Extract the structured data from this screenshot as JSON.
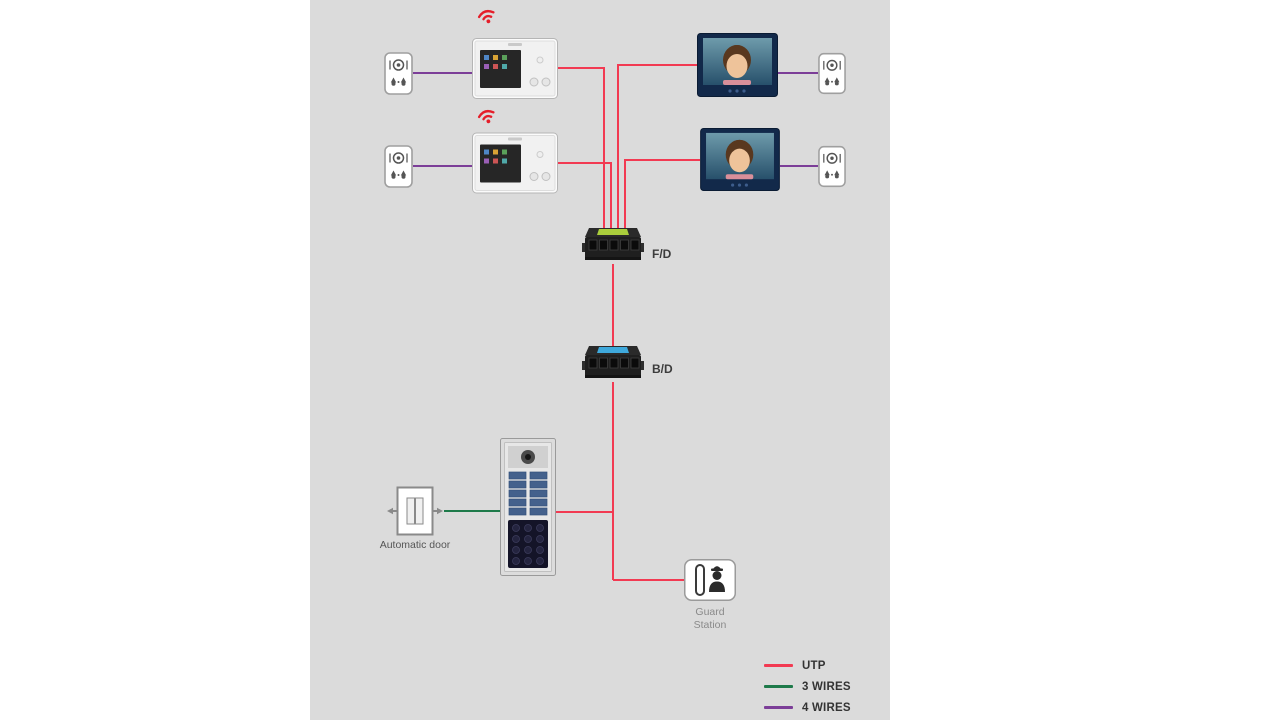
{
  "colors": {
    "canvas_bg": "#ffffff",
    "panel_bg": "#dbdbdb",
    "utp": "#f23a52",
    "three_wires": "#1e7a4a",
    "four_wires": "#7c3e98",
    "wifi": "#e51e29"
  },
  "nodes": {
    "fd_label": "F/D",
    "bd_label": "B/D",
    "automatic_door_label": "Automatic door",
    "guard_station_line1": "Guard",
    "guard_station_line2": "Station"
  },
  "legend": {
    "items": [
      {
        "label": "UTP",
        "color": "#f23a52"
      },
      {
        "label": "3 WIRES",
        "color": "#1e7a4a"
      },
      {
        "label": "4 WIRES",
        "color": "#7c3e98"
      }
    ]
  },
  "icons": {
    "wifi": "wifi-icon",
    "door_phone": "door-phone-icon",
    "indoor_monitor": "indoor-monitor",
    "video_monitor": "video-monitor",
    "floor_distributor": "fd-distributor",
    "building_distributor": "bd-distributor",
    "door_station": "door-station",
    "automatic_door": "automatic-door-icon",
    "guard_station": "guard-station-icon"
  }
}
